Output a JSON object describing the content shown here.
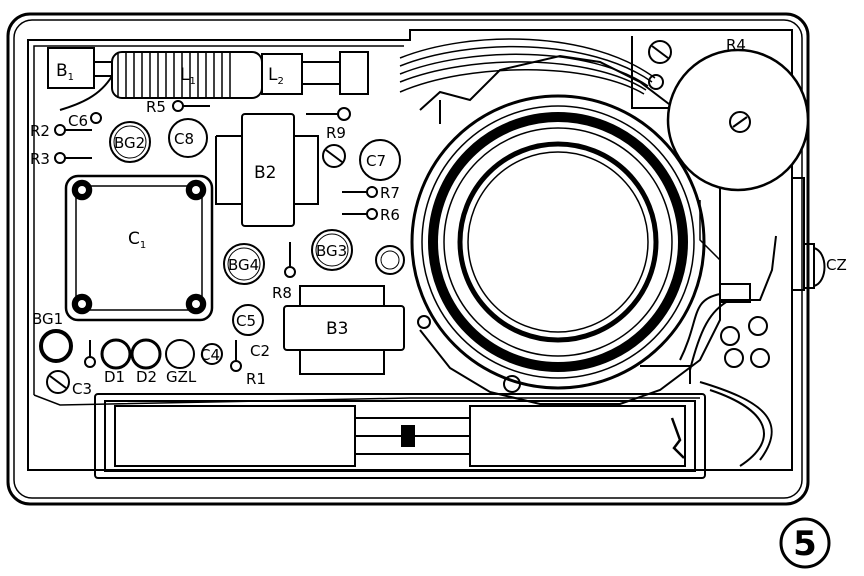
{
  "figure": {
    "number": "5"
  },
  "labels": {
    "B1": "B",
    "B1_sub": "1",
    "L1": "L",
    "L1_sub": "1",
    "L2": "L",
    "L2_sub": "2",
    "R4": "R4",
    "R5": "R5",
    "R2": "R2",
    "R3": "R3",
    "C6": "C6",
    "BG2": "BG2",
    "C8": "C8",
    "B2": "B2",
    "R9": "R9",
    "C7": "C7",
    "R7": "R7",
    "R6": "R6",
    "C1": "C",
    "C1_sub": "1",
    "BG4": "BG4",
    "BG3": "BG3",
    "R8": "R8",
    "C5": "C5",
    "B3": "B3",
    "BG1": "BG1",
    "C4": "C4",
    "C2": "C2",
    "R1": "R1",
    "C3": "C3",
    "D1": "D1",
    "D2": "D2",
    "GZL": "GZL",
    "CZ": "CZ"
  }
}
